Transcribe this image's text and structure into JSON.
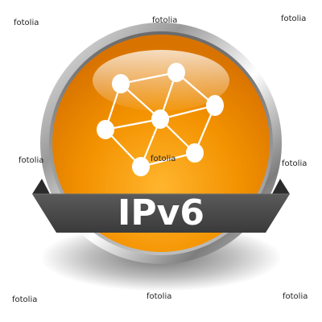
{
  "badge": {
    "label": "IPv6",
    "icon": "network-nodes-icon",
    "colors": {
      "orange": "#F08C00",
      "orange_light": "#FFC04A",
      "ribbon": "#4A4A4A",
      "ribbon_fold": "#2B2B2B",
      "chrome": "#C9C9C9",
      "label": "#FFFFFF"
    }
  },
  "watermarks": [
    "fotolia",
    "fotolia",
    "fotolia",
    "fotolia",
    "fotolia",
    "fotolia",
    "fotolia",
    "fotolia",
    "fotolia"
  ]
}
